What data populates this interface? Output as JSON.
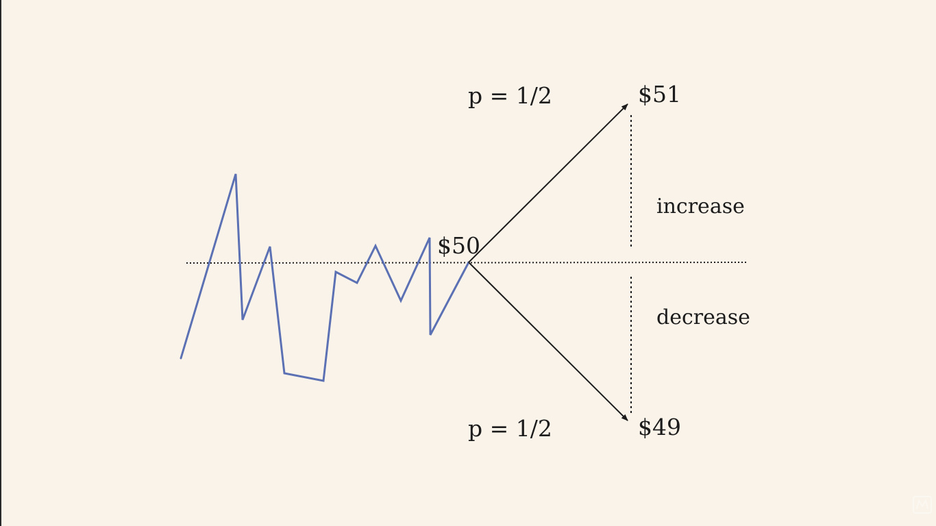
{
  "diagram": {
    "start_price": "$50",
    "up": {
      "probability": "p = 1/2",
      "price": "$51",
      "change": "increase"
    },
    "down": {
      "probability": "p = 1/2",
      "price": "$49",
      "change": "decrease"
    }
  },
  "colors": {
    "background": "#faf3ea",
    "price_path": "#5b71b3",
    "ink": "#1c1c1c"
  },
  "icons": [
    "watermark-logo-icon"
  ]
}
